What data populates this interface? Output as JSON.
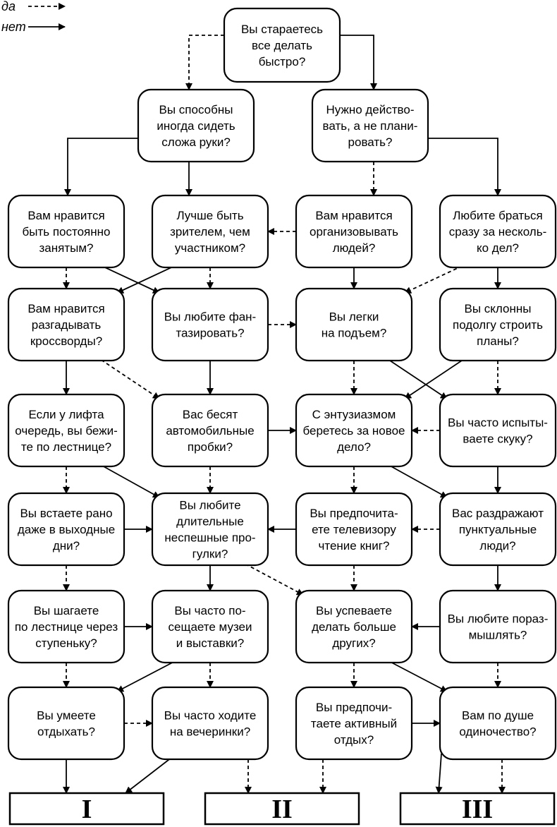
{
  "legend": {
    "yes": "да",
    "no": "нет"
  },
  "nodes": {
    "q1": [
      "Вы стараетесь",
      "все делать",
      "быстро?"
    ],
    "q2": [
      "Вы способны",
      "иногда сидеть",
      "сложа руки?"
    ],
    "q3": [
      "Нужно действо-",
      "вать, а не плани-",
      "ровать?"
    ],
    "a1": [
      "Вам нравится",
      "быть постоянно",
      "занятым?"
    ],
    "a2": [
      "Лучше быть",
      "зрителем, чем",
      "участником?"
    ],
    "a3": [
      "Вам нравится",
      "организовывать",
      "людей?"
    ],
    "a4": [
      "Любите браться",
      "сразу за несколь-",
      "ко дел?"
    ],
    "b1": [
      "Вам нравится",
      "разгадывать",
      "кроссворды?"
    ],
    "b2": [
      "Вы любите фан-",
      "тазировать?"
    ],
    "b3": [
      "Вы легки",
      "на подъем?"
    ],
    "b4": [
      "Вы склонны",
      "подолгу строить",
      "планы?"
    ],
    "c1": [
      "Если у лифта",
      "очередь, вы бежи-",
      "те по лестнице?"
    ],
    "c2": [
      "Вас бесят",
      "автомобильные",
      "пробки?"
    ],
    "c3": [
      "С энтузиазмом",
      "беретесь за новое",
      "дело?"
    ],
    "c4": [
      "Вы часто испыты-",
      "ваете скуку?"
    ],
    "d1": [
      "Вы встаете рано",
      "даже в выходные",
      "дни?"
    ],
    "d2": [
      "Вы любите",
      "длительные",
      "неспешные про-",
      "гулки?"
    ],
    "d3": [
      "Вы предпочита-",
      "ете телевизору",
      "чтение книг?"
    ],
    "d4": [
      "Вас раздражают",
      "пунктуальные",
      "люди?"
    ],
    "e1": [
      "Вы шагаете",
      "по лестнице через",
      "ступеньку?"
    ],
    "e2": [
      "Вы часто по-",
      "сещаете музеи",
      "и выставки?"
    ],
    "e3": [
      "Вы успеваете",
      "делать больше",
      "других?"
    ],
    "e4": [
      "Вы любите пораз-",
      "мышлять?"
    ],
    "f1": [
      "Вы умеете",
      "отдыхать?"
    ],
    "f2": [
      "Вы часто ходите",
      "на вечеринки?"
    ],
    "f3": [
      "Вы предпочи-",
      "таете активный",
      "отдых?"
    ],
    "f4": [
      "Вам по душе",
      "одиночество?"
    ]
  },
  "results": {
    "r1": "I",
    "r2": "II",
    "r3": "III"
  },
  "edges": [
    {
      "from": "q1",
      "to": "q2",
      "type": "yes"
    },
    {
      "from": "q1",
      "to": "q3",
      "type": "no"
    },
    {
      "from": "q2",
      "to": "a1",
      "type": "no"
    },
    {
      "from": "q2",
      "to": "a2",
      "type": "no"
    },
    {
      "from": "q3",
      "to": "a3",
      "type": "yes"
    },
    {
      "from": "q3",
      "to": "a4",
      "type": "no"
    },
    {
      "from": "a1",
      "to": "b1",
      "type": "yes"
    },
    {
      "from": "a1",
      "to": "b2",
      "type": "no"
    },
    {
      "from": "a2",
      "to": "b1",
      "type": "no"
    },
    {
      "from": "a2",
      "to": "b2",
      "type": "yes"
    },
    {
      "from": "a3",
      "to": "a2",
      "type": "yes"
    },
    {
      "from": "a3",
      "to": "b3",
      "type": "no"
    },
    {
      "from": "a4",
      "to": "b3",
      "type": "yes"
    },
    {
      "from": "a4",
      "to": "b4",
      "type": "no"
    },
    {
      "from": "b1",
      "to": "c1",
      "type": "no"
    },
    {
      "from": "b1",
      "to": "c2",
      "type": "yes"
    },
    {
      "from": "b2",
      "to": "b3",
      "type": "yes"
    },
    {
      "from": "b2",
      "to": "c2",
      "type": "no"
    },
    {
      "from": "b3",
      "to": "c3",
      "type": "yes"
    },
    {
      "from": "b3",
      "to": "c4",
      "type": "no"
    },
    {
      "from": "b4",
      "to": "c3",
      "type": "no"
    },
    {
      "from": "b4",
      "to": "c4",
      "type": "yes"
    },
    {
      "from": "c1",
      "to": "d1",
      "type": "yes"
    },
    {
      "from": "c1",
      "to": "d2",
      "type": "no"
    },
    {
      "from": "c2",
      "to": "c3",
      "type": "no"
    },
    {
      "from": "c2",
      "to": "d2",
      "type": "yes"
    },
    {
      "from": "c3",
      "to": "d3",
      "type": "yes"
    },
    {
      "from": "c3",
      "to": "d4",
      "type": "no"
    },
    {
      "from": "c4",
      "to": "c3",
      "type": "yes"
    },
    {
      "from": "c4",
      "to": "d4",
      "type": "no"
    },
    {
      "from": "d1",
      "to": "d2",
      "type": "no"
    },
    {
      "from": "d1",
      "to": "e1",
      "type": "yes"
    },
    {
      "from": "d2",
      "to": "e2",
      "type": "no"
    },
    {
      "from": "d2",
      "to": "e3",
      "type": "yes"
    },
    {
      "from": "d3",
      "to": "d2",
      "type": "no"
    },
    {
      "from": "d3",
      "to": "e3",
      "type": "yes"
    },
    {
      "from": "d4",
      "to": "d3",
      "type": "yes"
    },
    {
      "from": "d4",
      "to": "e4",
      "type": "no"
    },
    {
      "from": "e1",
      "to": "e2",
      "type": "no"
    },
    {
      "from": "e1",
      "to": "f1",
      "type": "yes"
    },
    {
      "from": "e2",
      "to": "f1",
      "type": "no"
    },
    {
      "from": "e2",
      "to": "f2",
      "type": "yes"
    },
    {
      "from": "e3",
      "to": "f3",
      "type": "yes"
    },
    {
      "from": "e3",
      "to": "f4",
      "type": "no"
    },
    {
      "from": "e4",
      "to": "e3",
      "type": "no"
    },
    {
      "from": "e4",
      "to": "f4",
      "type": "yes"
    },
    {
      "from": "f1",
      "to": "f2",
      "type": "yes"
    },
    {
      "from": "f1",
      "to": "r1",
      "type": "no"
    },
    {
      "from": "f2",
      "to": "r1",
      "type": "no"
    },
    {
      "from": "f2",
      "to": "r2",
      "type": "yes"
    },
    {
      "from": "f3",
      "to": "f4",
      "type": "no"
    },
    {
      "from": "f3",
      "to": "r2",
      "type": "yes"
    },
    {
      "from": "f4",
      "to": "r3",
      "type": "no"
    },
    {
      "from": "f4",
      "to": "r3",
      "type": "yes"
    }
  ]
}
